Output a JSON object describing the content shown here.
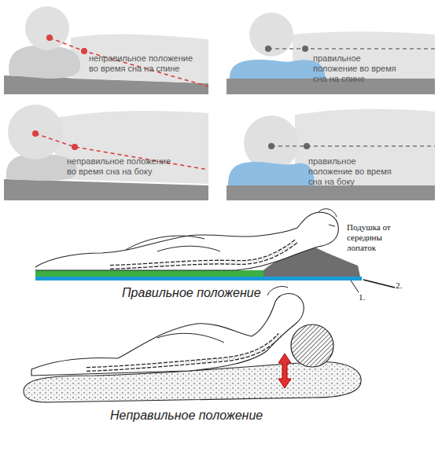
{
  "diagram": {
    "nodes": [
      {
        "text": [
          "неправильное положение во время сна на спине"
        ]
      },
      {
        "text": [
          "правильное положение во время сна на спине"
        ]
      },
      {
        "text": [
          "неправильное положение во время сна на боку"
        ]
      },
      {
        "text": [
          "правильное положение во время сна на боку"
        ]
      }
    ],
    "labels": [
      "Подушка от середины лопаток",
      "2.",
      "1.",
      "Правильное положение",
      "Неправильное положение"
    ]
  }
}
